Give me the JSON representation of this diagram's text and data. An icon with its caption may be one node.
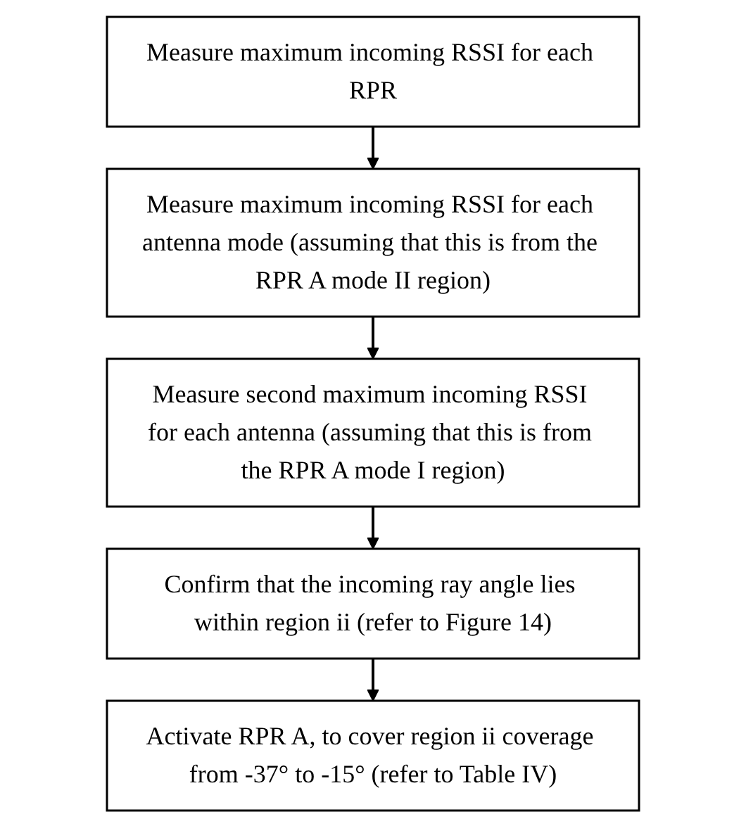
{
  "diagram": {
    "nodes": [
      {
        "text": [
          "Measure maximum incoming RSSI for each RPR"
        ]
      },
      {
        "text": [
          "Measure maximum incoming RSSI for each antenna mode (assuming that this is from the RPR A mode II region)"
        ]
      },
      {
        "text": [
          "Measure second maximum incoming RSSI for each antenna (assuming that this is from the RPR A mode I region)"
        ]
      },
      {
        "text": [
          "Confirm that the incoming ray angle lies within region ii (refer to Figure 14)"
        ]
      },
      {
        "text": [
          "Activate RPR A, to cover region ii coverage from -37° to -15° (refer to Table IV)"
        ]
      }
    ],
    "edges": [
      {
        "from": 0,
        "to": 1,
        "arrow": "to"
      },
      {
        "from": 1,
        "to": 2,
        "arrow": "to"
      },
      {
        "from": 2,
        "to": 3,
        "arrow": "to"
      },
      {
        "from": 3,
        "to": 4,
        "arrow": "to"
      }
    ]
  }
}
